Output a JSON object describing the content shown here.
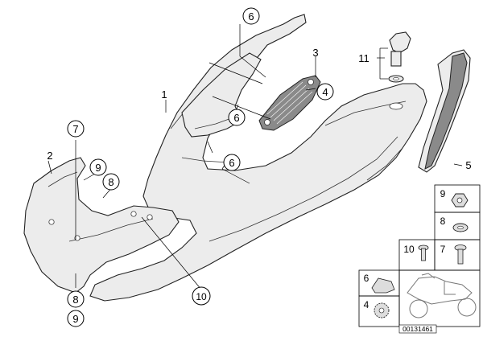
{
  "diagram": {
    "callouts": [
      {
        "id": "c6a",
        "label": "6"
      },
      {
        "id": "c7",
        "label": "7"
      },
      {
        "id": "c9a",
        "label": "9"
      },
      {
        "id": "c8a",
        "label": "8"
      },
      {
        "id": "c6b",
        "label": "6"
      },
      {
        "id": "c6c",
        "label": "6"
      },
      {
        "id": "c4",
        "label": "4"
      },
      {
        "id": "c10",
        "label": "10"
      },
      {
        "id": "c8b",
        "label": "8"
      },
      {
        "id": "c9b",
        "label": "9"
      }
    ],
    "plain_labels": [
      {
        "id": "l1",
        "label": "1"
      },
      {
        "id": "l2",
        "label": "2"
      },
      {
        "id": "l3",
        "label": "3"
      },
      {
        "id": "l5",
        "label": "5"
      },
      {
        "id": "l11",
        "label": "11"
      }
    ],
    "legend": {
      "cells": [
        {
          "id": "k9",
          "label": "9"
        },
        {
          "id": "k8",
          "label": "8"
        },
        {
          "id": "k10",
          "label": "10"
        },
        {
          "id": "k7",
          "label": "7"
        },
        {
          "id": "k6",
          "label": "6"
        },
        {
          "id": "k4",
          "label": "4"
        }
      ]
    },
    "drawing_number": "00131461"
  }
}
